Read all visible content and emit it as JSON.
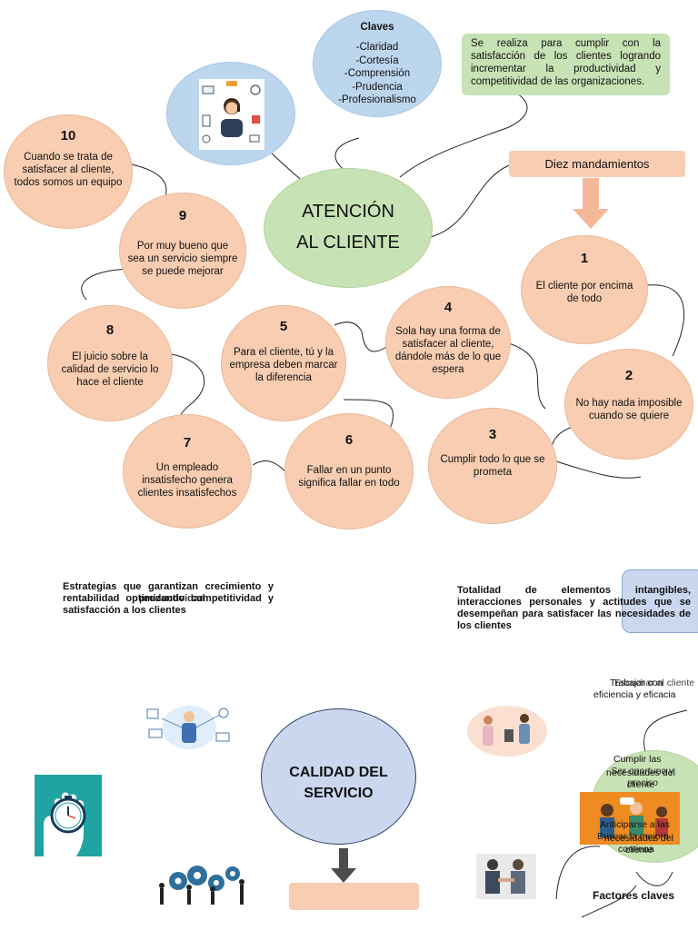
{
  "claves": {
    "title": "Claves",
    "items": [
      "-Claridad",
      "-Cortesía",
      "-Comprensión",
      "-Prudencia",
      "-Profesionalismo"
    ]
  },
  "definition": "Se realiza para cumplir con la satisfacción de los clientes logrando incrementar la productividad y competitividad de las organizaciones.",
  "central": {
    "line1": "ATENCIÓN",
    "line2": "AL CLIENTE"
  },
  "mandamientos_label": "Diez mandamientos",
  "mandamientos": [
    {
      "num": "1",
      "text": "El cliente por encima de todo"
    },
    {
      "num": "2",
      "text": "No hay nada imposible cuando se quiere"
    },
    {
      "num": "3",
      "text": "Cumplir todo lo que se prometa"
    },
    {
      "num": "4",
      "text": "Sola hay una forma de satisfacer al cliente, dándole más de lo que espera"
    },
    {
      "num": "5",
      "text": "Para el cliente, tú y la empresa deben marcar la diferencia"
    },
    {
      "num": "6",
      "text": "Fallar en un punto significa fallar en todo"
    },
    {
      "num": "7",
      "text": "Un empleado insatisfecho genera clientes insatisfechos"
    },
    {
      "num": "8",
      "text": "El juicio sobre la calidad de servicio lo hace el cliente"
    },
    {
      "num": "9",
      "text": "Por muy bueno que sea un servicio siempre se puede mejorar"
    },
    {
      "num": "10",
      "text": "Cuando se trata de satisfacer al cliente, todos somos un equipo"
    }
  ],
  "calidad": {
    "strategies_text": "Estrategias que garantizan crecimiento y rentabilidad optimizando competitividad y satisfacción a los clientes",
    "overlap_text": "productividad",
    "totality_text": "Totalidad de elementos intangibles, interacciones personales y actitudes que se desempeñan para satisfacer las necesidades de los clientes",
    "center": {
      "line1": "CALIDAD DEL",
      "line2": "SERVICIO"
    },
    "factores_label": "Factores claves",
    "factors": {
      "top_a": "Trabajar con",
      "top_b": "Escuchar al cliente",
      "top_c": "eficiencia y eficacia",
      "mid_a": "Cumplir las",
      "mid_b": "Ser oportuno y preciso",
      "mid_c": "necesidades del cliente",
      "low_a": "Anticiparse a las",
      "low_b": "Buscar la mejora",
      "low_c": "necesidades del cliente",
      "low_d": "continua"
    }
  },
  "colors": {
    "peach": "#f8cdb1",
    "green": "#c7e2b4",
    "blue": "#bcd6ee",
    "lavender": "#cad7ef",
    "teal": "#20a3a3",
    "orange": "#ee8b21"
  },
  "icons": [
    "customer-service-agent-icon",
    "down-arrow-icon",
    "business-person-icon",
    "stopwatch-hand-icon",
    "gears-team-icon",
    "meeting-people-icon",
    "handshake-people-icon",
    "team-meeting-icon"
  ]
}
